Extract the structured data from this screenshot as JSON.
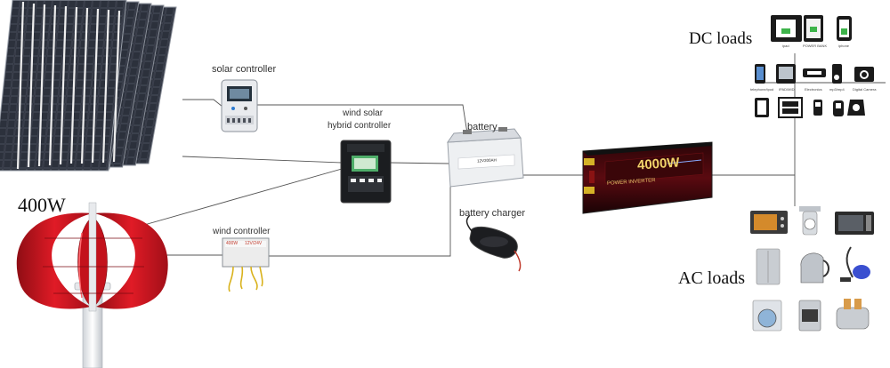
{
  "labels": {
    "solar_controller": "solar controller",
    "hybrid_controller_line1": "wind solar",
    "hybrid_controller_line2": "hybrid controller",
    "battery": "battery",
    "battery_charger": "battery charger",
    "wind_controller": "wind controller",
    "power": "400W",
    "dc_loads": "DC loads",
    "ac_loads": "AC loads"
  },
  "inverter": {
    "watt_label": "4000W",
    "model_text": "POWER INVERTER"
  },
  "battery_unit": {
    "rating": "12V200AH"
  },
  "wind_ctrl_unit": {
    "left_tag": "400W",
    "right_tag": "12V/24V"
  },
  "dc_devices": [
    {
      "icon": "tablet-icon",
      "caption": "ipad"
    },
    {
      "icon": "power-bank-icon",
      "caption": "POWER BANK"
    },
    {
      "icon": "phone-charging-icon",
      "caption": "iphone"
    },
    {
      "icon": "smartphone-icon",
      "caption": "telephone/ipod"
    },
    {
      "icon": "dvd-player-icon",
      "caption": "IPAD/MID"
    },
    {
      "icon": "electronics-icon",
      "caption": "Electronics"
    },
    {
      "icon": "mp3-player-icon",
      "caption": "mp3/mp4"
    },
    {
      "icon": "camera-icon",
      "caption": "Digital Camera"
    },
    {
      "icon": "tablet-dark-icon",
      "caption": ""
    },
    {
      "icon": "media-panel-icon",
      "caption": ""
    },
    {
      "icon": "walkie-talkie-icon",
      "caption": ""
    },
    {
      "icon": "handheld-icon",
      "caption": ""
    },
    {
      "icon": "camcorder-icon",
      "caption": ""
    }
  ],
  "ac_devices": [
    {
      "icon": "toaster-oven-icon"
    },
    {
      "icon": "kitchen-scale-icon"
    },
    {
      "icon": "microwave-icon"
    },
    {
      "icon": "refrigerator-icon"
    },
    {
      "icon": "kettle-icon"
    },
    {
      "icon": "vacuum-cleaner-icon"
    },
    {
      "icon": "washing-machine-icon"
    },
    {
      "icon": "oven-icon"
    },
    {
      "icon": "toaster-icon"
    }
  ]
}
